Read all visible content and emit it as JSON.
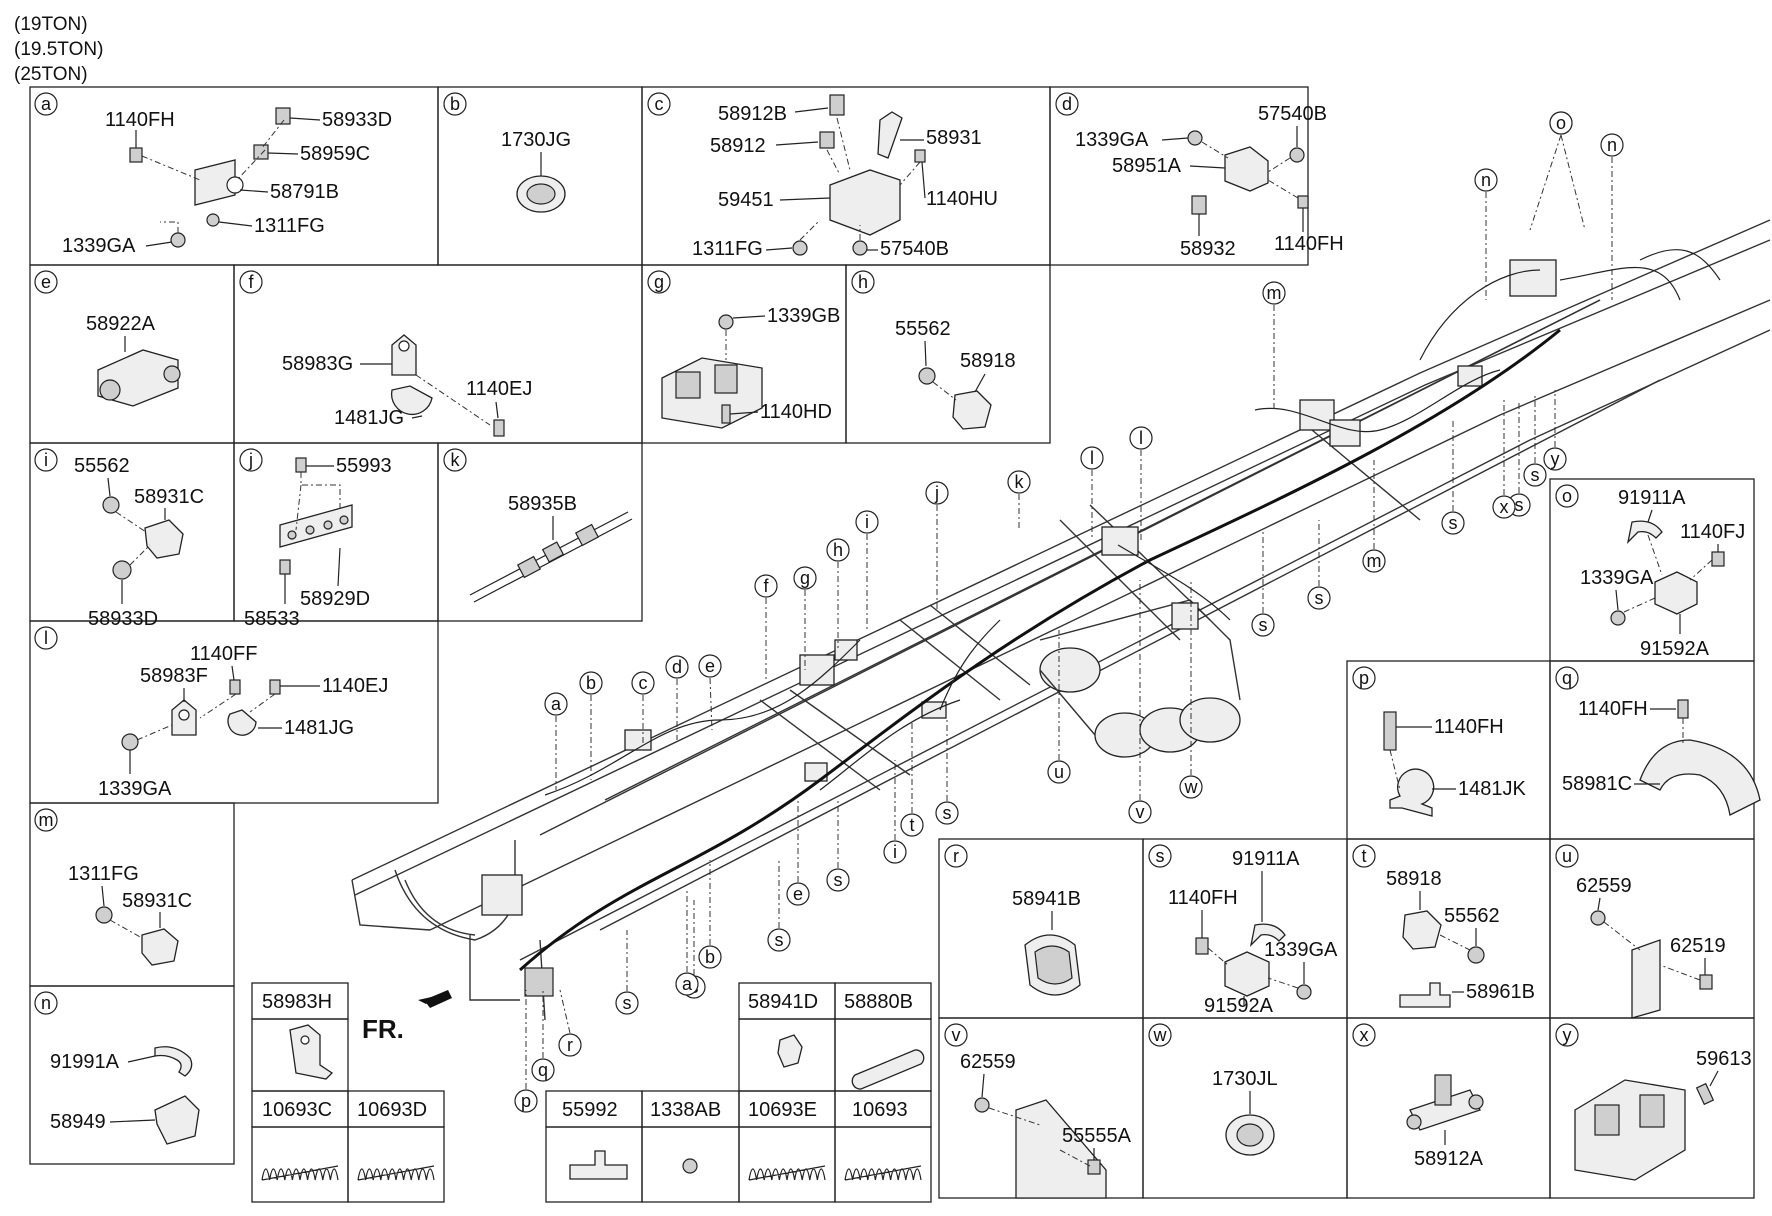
{
  "header": [
    "(19TON)",
    "(19.5TON)",
    "(25TON)"
  ],
  "front_label": "FR.",
  "cells": [
    {
      "letter": "a",
      "labels": [
        "1140FH",
        "58933D",
        "58959C",
        "58791B",
        "1311FG",
        "1339GA"
      ]
    },
    {
      "letter": "b",
      "labels": [
        "1730JG"
      ]
    },
    {
      "letter": "c",
      "labels": [
        "58912B",
        "58912",
        "58931",
        "59451",
        "1140HU",
        "1311FG",
        "57540B"
      ]
    },
    {
      "letter": "d",
      "labels": [
        "1339GA",
        "57540B",
        "58951A",
        "58932",
        "1140FH"
      ]
    },
    {
      "letter": "e",
      "labels": [
        "58922A"
      ]
    },
    {
      "letter": "f",
      "labels": [
        "58983G",
        "1140EJ",
        "1481JG"
      ]
    },
    {
      "letter": "g",
      "labels": [
        "1339GB",
        "1140HD"
      ]
    },
    {
      "letter": "h",
      "labels": [
        "55562",
        "58918"
      ]
    },
    {
      "letter": "i",
      "labels": [
        "55562",
        "58931C",
        "58933D"
      ]
    },
    {
      "letter": "j",
      "labels": [
        "55993",
        "58533",
        "58929D"
      ]
    },
    {
      "letter": "k",
      "labels": [
        "58935B"
      ]
    },
    {
      "letter": "l",
      "labels": [
        "1140FF",
        "58983F",
        "1140EJ",
        "1481JG",
        "1339GA"
      ]
    },
    {
      "letter": "m",
      "labels": [
        "1311FG",
        "58931C"
      ]
    },
    {
      "letter": "n",
      "labels": [
        "91991A",
        "58949"
      ]
    },
    {
      "letter": "o",
      "labels": [
        "91911A",
        "1140FJ",
        "1339GA",
        "91592A"
      ]
    },
    {
      "letter": "p",
      "labels": [
        "1140FH",
        "1481JK"
      ]
    },
    {
      "letter": "q",
      "labels": [
        "1140FH",
        "58981C"
      ]
    },
    {
      "letter": "r",
      "labels": [
        "58941B"
      ]
    },
    {
      "letter": "s",
      "labels": [
        "91911A",
        "1140FH",
        "1339GA",
        "91592A"
      ]
    },
    {
      "letter": "t",
      "labels": [
        "58918",
        "55562",
        "58961B"
      ]
    },
    {
      "letter": "u",
      "labels": [
        "62559",
        "62519"
      ]
    },
    {
      "letter": "v",
      "labels": [
        "62559",
        "55555A"
      ]
    },
    {
      "letter": "w",
      "labels": [
        "1730JL"
      ]
    },
    {
      "letter": "x",
      "labels": [
        "58912A"
      ]
    },
    {
      "letter": "y",
      "labels": [
        "59613"
      ]
    }
  ],
  "loose_parts": [
    "58983H",
    "10693C",
    "10693D",
    "58941D",
    "58880B",
    "55992",
    "1338AB",
    "10693E",
    "10693"
  ],
  "callouts": [
    "a",
    "b",
    "c",
    "d",
    "e",
    "f",
    "g",
    "h",
    "i",
    "j",
    "k",
    "l",
    "l",
    "m",
    "m",
    "n",
    "n",
    "o",
    "o",
    "p",
    "q",
    "r",
    "s",
    "s",
    "s",
    "s",
    "s",
    "s",
    "s",
    "s",
    "s",
    "s",
    "t",
    "u",
    "v",
    "w",
    "x",
    "y",
    "a",
    "b",
    "e",
    "i"
  ]
}
